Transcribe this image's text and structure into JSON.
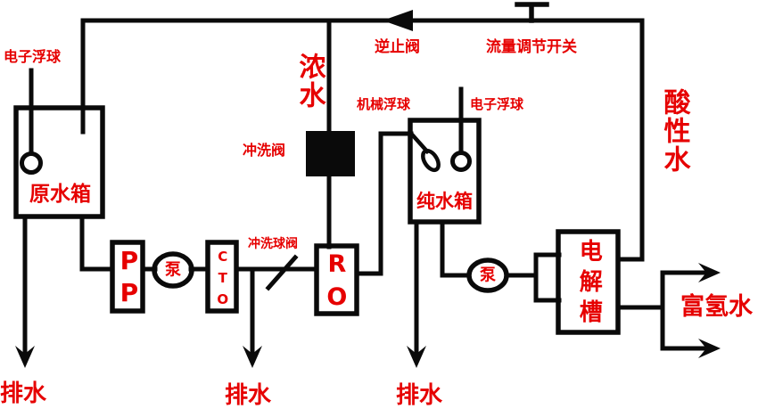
{
  "colors": {
    "label_red": "#e60000",
    "line_black": "#0a0a0a",
    "background": "#ffffff"
  },
  "diagram": {
    "raw_tank": {
      "label": "原水箱",
      "float_label": "电子浮球"
    },
    "top_line": {
      "concentrate_label": "浓水",
      "check_valve_label": "逆止阀",
      "flow_switch_label": "流量调节开关"
    },
    "flush": {
      "flush_valve_label": "冲洗阀",
      "flush_ball_valve_label": "冲洗球阀"
    },
    "filters": {
      "pp": "PP",
      "cto": "CTO",
      "ro": "RO"
    },
    "pumps": {
      "pump1": "泵",
      "pump2": "泵"
    },
    "pure_tank": {
      "label": "纯水箱",
      "mech_float_label": "机械浮球",
      "elec_float_label": "电子浮球"
    },
    "electrolyzer": {
      "label": "电解槽"
    },
    "outputs": {
      "acid_water": "酸性水",
      "hydrogen_water": "富氢水"
    },
    "drains": {
      "d1": "排水",
      "d2": "排水",
      "d3": "排水"
    }
  }
}
